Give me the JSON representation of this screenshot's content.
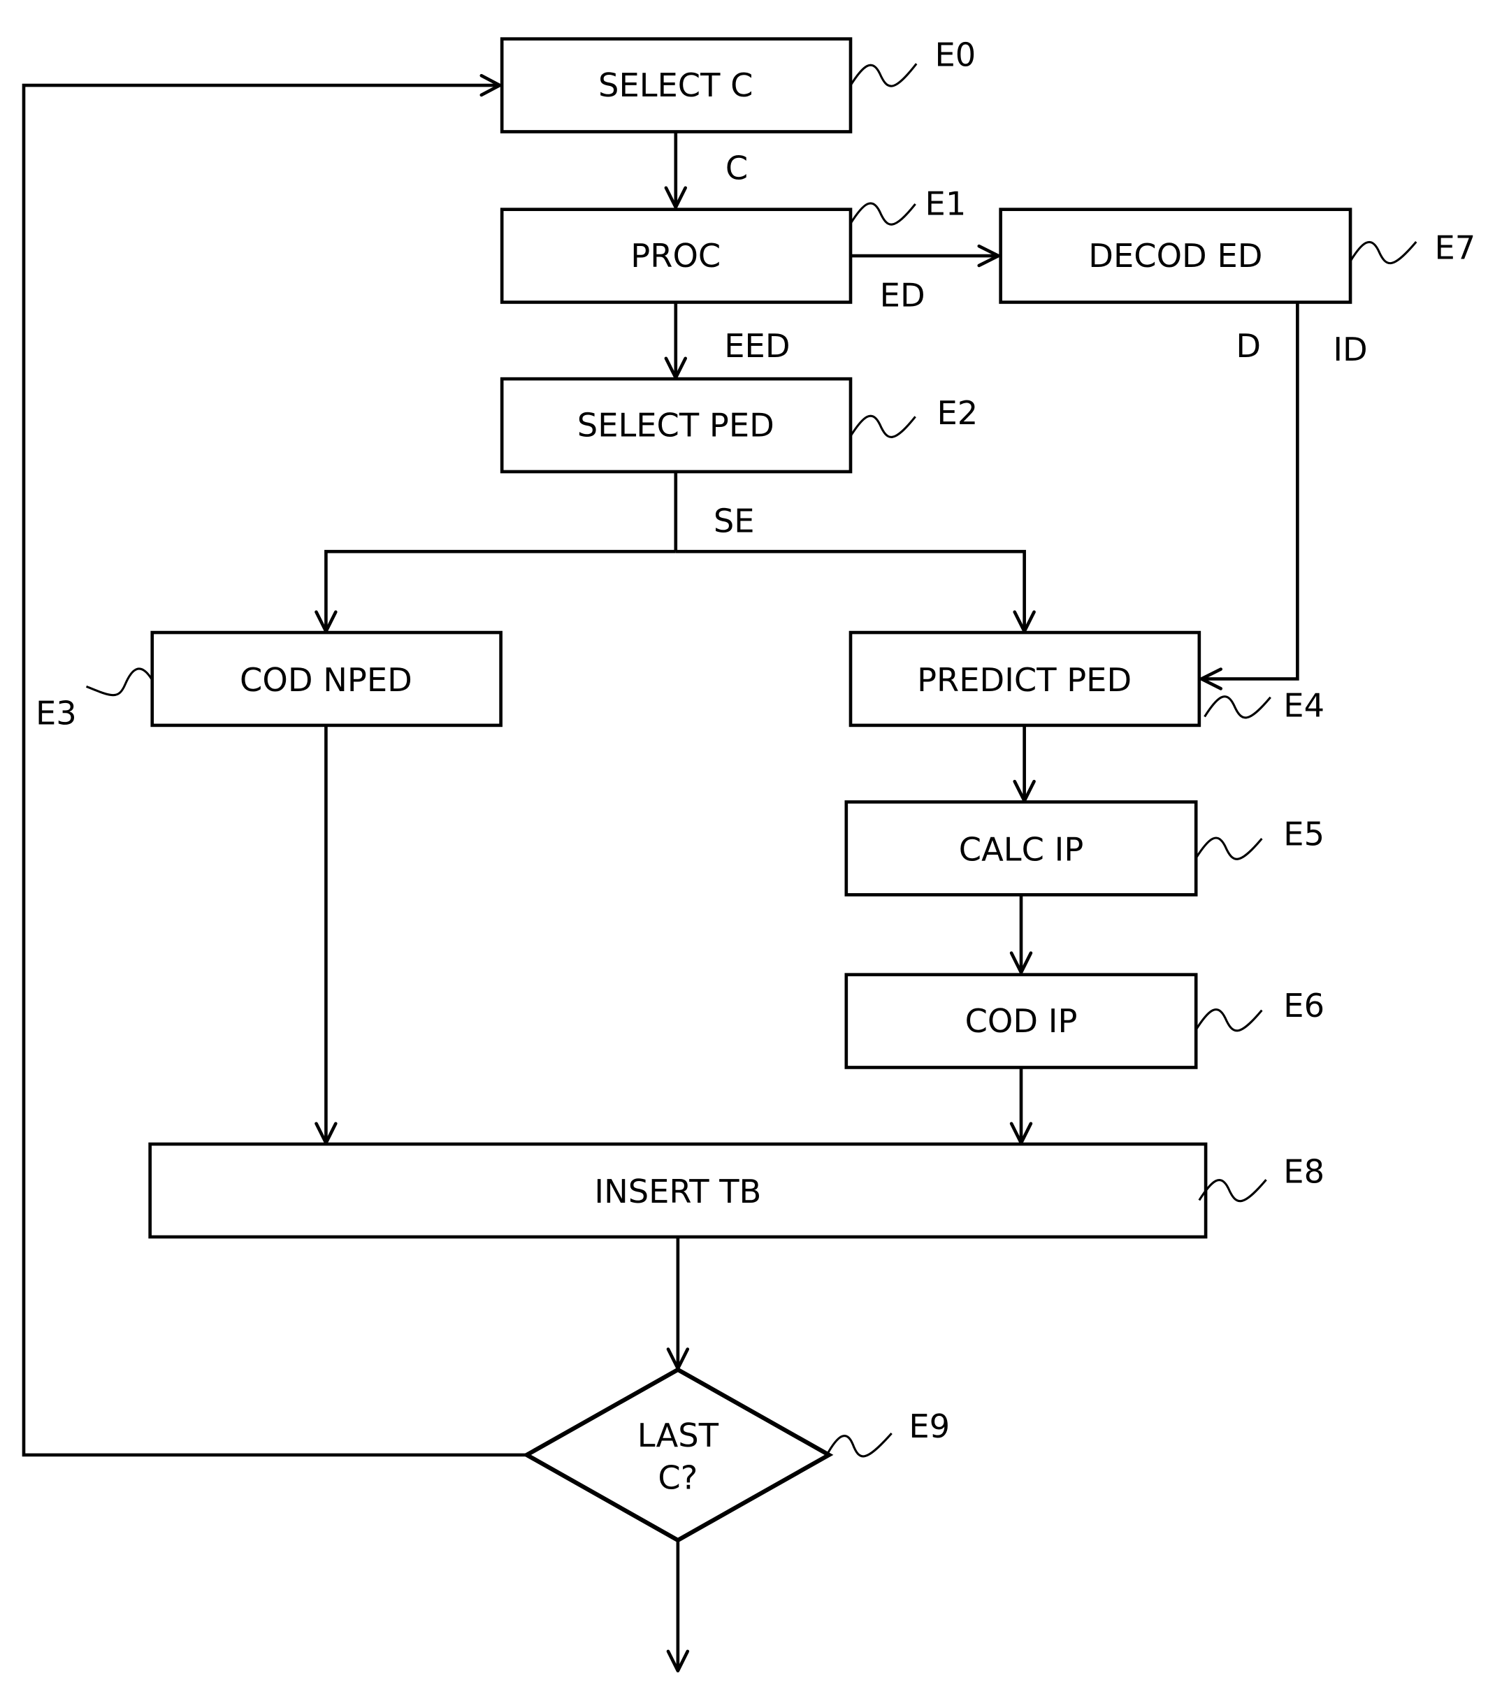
{
  "nodes": {
    "e0": {
      "label": "SELECT C",
      "ref": "E0"
    },
    "e1": {
      "label": "PROC",
      "ref": "E1"
    },
    "e2": {
      "label": "SELECT PED",
      "ref": "E2"
    },
    "e3": {
      "label": "COD NPED",
      "ref": "E3"
    },
    "e4": {
      "label": "PREDICT PED",
      "ref": "E4"
    },
    "e5": {
      "label": "CALC IP",
      "ref": "E5"
    },
    "e6": {
      "label": "COD IP",
      "ref": "E6"
    },
    "e7": {
      "label": "DECOD ED",
      "ref": "E7"
    },
    "e8": {
      "label": "INSERT TB",
      "ref": "E8"
    },
    "e9": {
      "label_line1": "LAST",
      "label_line2": "C?",
      "ref": "E9"
    }
  },
  "edges": {
    "c": "C",
    "eed": "EED",
    "ed": "ED",
    "se": "SE",
    "d": "D",
    "id": "ID"
  }
}
